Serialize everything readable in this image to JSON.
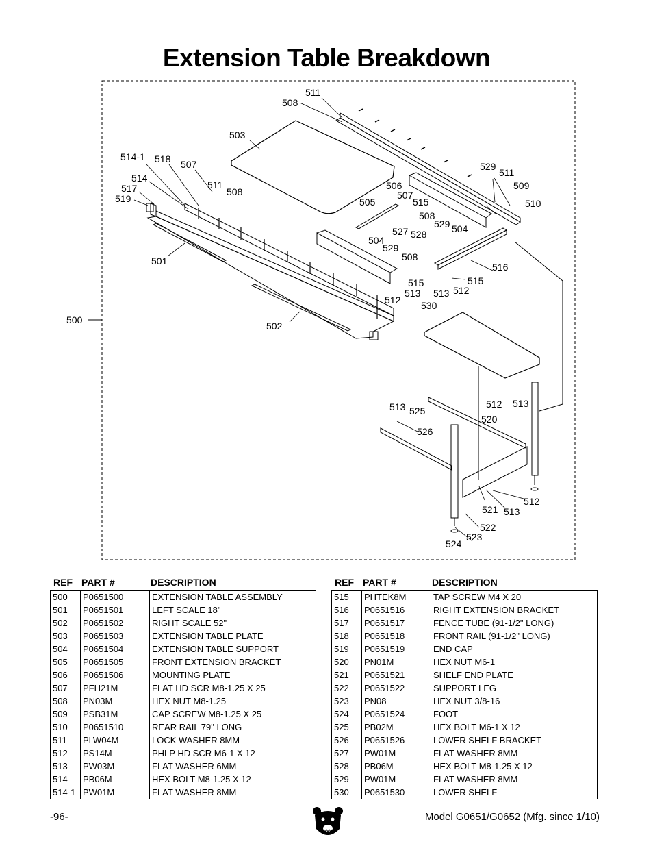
{
  "title": "Extension Table Breakdown",
  "diagram": {
    "callouts": [
      {
        "id": "c511a",
        "text": "511"
      },
      {
        "id": "c508a",
        "text": "508"
      },
      {
        "id": "c503",
        "text": "503"
      },
      {
        "id": "c514-1",
        "text": "514-1"
      },
      {
        "id": "c518",
        "text": "518"
      },
      {
        "id": "c507a",
        "text": "507"
      },
      {
        "id": "c514",
        "text": "514"
      },
      {
        "id": "c517",
        "text": "517"
      },
      {
        "id": "c519",
        "text": "519"
      },
      {
        "id": "c511b",
        "text": "511"
      },
      {
        "id": "c508b",
        "text": "508"
      },
      {
        "id": "c506",
        "text": "506"
      },
      {
        "id": "c507b",
        "text": "507"
      },
      {
        "id": "c505",
        "text": "505"
      },
      {
        "id": "c515a",
        "text": "515"
      },
      {
        "id": "c529a",
        "text": "529"
      },
      {
        "id": "c511c",
        "text": "511"
      },
      {
        "id": "c509",
        "text": "509"
      },
      {
        "id": "c510",
        "text": "510"
      },
      {
        "id": "c508c",
        "text": "508"
      },
      {
        "id": "c529b",
        "text": "529"
      },
      {
        "id": "c504a",
        "text": "504"
      },
      {
        "id": "c527",
        "text": "527"
      },
      {
        "id": "c528",
        "text": "528"
      },
      {
        "id": "c504b",
        "text": "504"
      },
      {
        "id": "c529c",
        "text": "529"
      },
      {
        "id": "c508d",
        "text": "508"
      },
      {
        "id": "c501",
        "text": "501"
      },
      {
        "id": "c516",
        "text": "516"
      },
      {
        "id": "c515b",
        "text": "515"
      },
      {
        "id": "c515c",
        "text": "515"
      },
      {
        "id": "c513a",
        "text": "513"
      },
      {
        "id": "c513b",
        "text": "513"
      },
      {
        "id": "c512a",
        "text": "512"
      },
      {
        "id": "c512b",
        "text": "512"
      },
      {
        "id": "c530",
        "text": "530"
      },
      {
        "id": "c500",
        "text": "500"
      },
      {
        "id": "c502",
        "text": "502"
      },
      {
        "id": "c512c",
        "text": "512"
      },
      {
        "id": "c513c",
        "text": "513"
      },
      {
        "id": "c513d",
        "text": "513"
      },
      {
        "id": "c525",
        "text": "525"
      },
      {
        "id": "c520",
        "text": "520"
      },
      {
        "id": "c526",
        "text": "526"
      },
      {
        "id": "c512d",
        "text": "512"
      },
      {
        "id": "c521",
        "text": "521"
      },
      {
        "id": "c513e",
        "text": "513"
      },
      {
        "id": "c522",
        "text": "522"
      },
      {
        "id": "c523",
        "text": "523"
      },
      {
        "id": "c524",
        "text": "524"
      }
    ]
  },
  "table_header": {
    "ref": "REF",
    "part": "PART #",
    "desc": "DESCRIPTION"
  },
  "left_table": [
    {
      "ref": "500",
      "part": "P0651500",
      "desc": "EXTENSION TABLE ASSEMBLY"
    },
    {
      "ref": "501",
      "part": "P0651501",
      "desc": "LEFT SCALE 18\""
    },
    {
      "ref": "502",
      "part": "P0651502",
      "desc": "RIGHT SCALE 52\""
    },
    {
      "ref": "503",
      "part": "P0651503",
      "desc": "EXTENSION TABLE PLATE"
    },
    {
      "ref": "504",
      "part": "P0651504",
      "desc": "EXTENSION TABLE SUPPORT"
    },
    {
      "ref": "505",
      "part": "P0651505",
      "desc": "FRONT EXTENSION BRACKET"
    },
    {
      "ref": "506",
      "part": "P0651506",
      "desc": "MOUNTING PLATE"
    },
    {
      "ref": "507",
      "part": "PFH21M",
      "desc": "FLAT HD SCR M8-1.25 X 25"
    },
    {
      "ref": "508",
      "part": "PN03M",
      "desc": "HEX NUT M8-1.25"
    },
    {
      "ref": "509",
      "part": "PSB31M",
      "desc": "CAP SCREW M8-1.25 X 25"
    },
    {
      "ref": "510",
      "part": "P0651510",
      "desc": "REAR RAIL 79\" LONG"
    },
    {
      "ref": "511",
      "part": "PLW04M",
      "desc": "LOCK WASHER 8MM"
    },
    {
      "ref": "512",
      "part": "PS14M",
      "desc": "PHLP HD SCR M6-1 X 12"
    },
    {
      "ref": "513",
      "part": "PW03M",
      "desc": "FLAT WASHER 6MM"
    },
    {
      "ref": "514",
      "part": "PB06M",
      "desc": "HEX BOLT M8-1.25 X 12"
    },
    {
      "ref": "514-1",
      "part": "PW01M",
      "desc": "FLAT WASHER 8MM"
    }
  ],
  "right_table": [
    {
      "ref": "515",
      "part": "PHTEK8M",
      "desc": "TAP SCREW M4 X 20"
    },
    {
      "ref": "516",
      "part": "P0651516",
      "desc": "RIGHT EXTENSION BRACKET"
    },
    {
      "ref": "517",
      "part": "P0651517",
      "desc": "FENCE TUBE (91-1/2\" LONG)"
    },
    {
      "ref": "518",
      "part": "P0651518",
      "desc": "FRONT RAIL (91-1/2\" LONG)"
    },
    {
      "ref": "519",
      "part": "P0651519",
      "desc": "END CAP"
    },
    {
      "ref": "520",
      "part": "PN01M",
      "desc": "HEX NUT M6-1"
    },
    {
      "ref": "521",
      "part": "P0651521",
      "desc": "SHELF END PLATE"
    },
    {
      "ref": "522",
      "part": "P0651522",
      "desc": "SUPPORT LEG"
    },
    {
      "ref": "523",
      "part": "PN08",
      "desc": "HEX NUT 3/8-16"
    },
    {
      "ref": "524",
      "part": "P0651524",
      "desc": "FOOT"
    },
    {
      "ref": "525",
      "part": "PB02M",
      "desc": "HEX BOLT M6-1 X 12"
    },
    {
      "ref": "526",
      "part": "P0651526",
      "desc": "LOWER SHELF BRACKET"
    },
    {
      "ref": "527",
      "part": "PW01M",
      "desc": "FLAT WASHER 8MM"
    },
    {
      "ref": "528",
      "part": "PB06M",
      "desc": "HEX BOLT M8-1.25 X 12"
    },
    {
      "ref": "529",
      "part": "PW01M",
      "desc": "FLAT WASHER 8MM"
    },
    {
      "ref": "530",
      "part": "P0651530",
      "desc": "LOWER SHELF"
    }
  ],
  "footer": {
    "page": "-96-",
    "model": "Model G0651/G0652 (Mfg. since 1/10)",
    "logo": "grizzly-bear-logo"
  }
}
